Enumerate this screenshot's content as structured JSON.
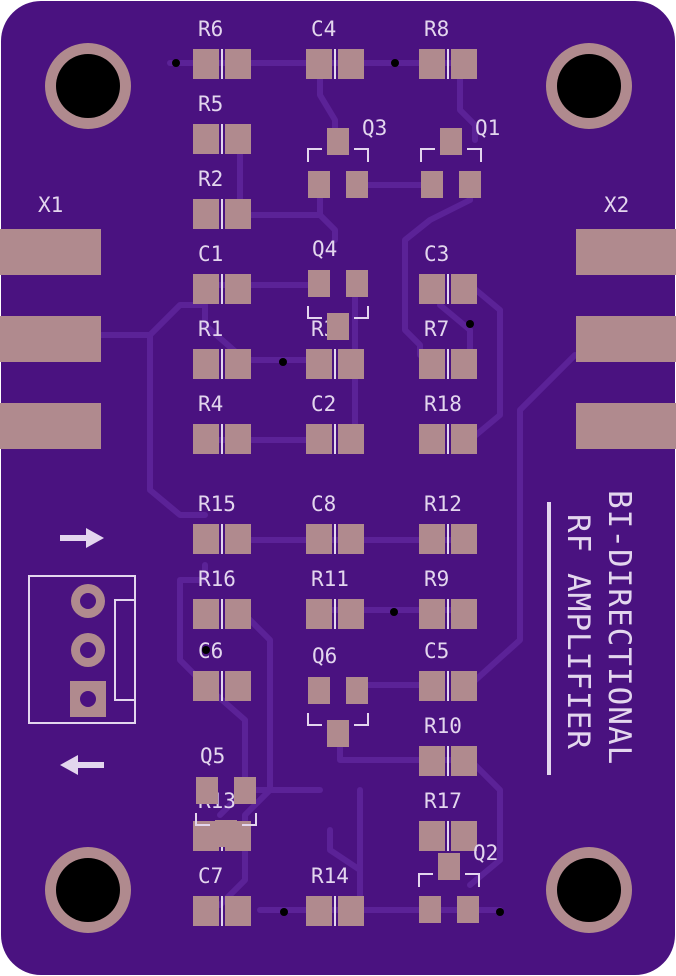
{
  "colors": {
    "board": "#4a1280",
    "trace": "#5b2297",
    "pad": "#b08a8e",
    "silk": "#e3d6ee",
    "hole": "#000000"
  },
  "connectors": {
    "left": "X1",
    "right": "X2"
  },
  "title": {
    "line1": "BI-DIRECTIONAL",
    "line2": "RF AMPLIFIER"
  },
  "components": [
    {
      "label": "R6",
      "kind": "pad2"
    },
    {
      "label": "C4",
      "kind": "pad2"
    },
    {
      "label": "R8",
      "kind": "pad2"
    },
    {
      "label": "R5",
      "kind": "pad2"
    },
    {
      "label": "R2",
      "kind": "pad2"
    },
    {
      "label": "C1",
      "kind": "pad2"
    },
    {
      "label": "C3",
      "kind": "pad2"
    },
    {
      "label": "R1",
      "kind": "pad2"
    },
    {
      "label": "R3",
      "kind": "pad2"
    },
    {
      "label": "R7",
      "kind": "pad2"
    },
    {
      "label": "R4",
      "kind": "pad2"
    },
    {
      "label": "C2",
      "kind": "pad2"
    },
    {
      "label": "R18",
      "kind": "pad2"
    },
    {
      "label": "R15",
      "kind": "pad2"
    },
    {
      "label": "C8",
      "kind": "pad2"
    },
    {
      "label": "R12",
      "kind": "pad2"
    },
    {
      "label": "R16",
      "kind": "pad2"
    },
    {
      "label": "R11",
      "kind": "pad2"
    },
    {
      "label": "R9",
      "kind": "pad2"
    },
    {
      "label": "C6",
      "kind": "pad2"
    },
    {
      "label": "C5",
      "kind": "pad2"
    },
    {
      "label": "R10",
      "kind": "pad2"
    },
    {
      "label": "R13",
      "kind": "pad2"
    },
    {
      "label": "R17",
      "kind": "pad2"
    },
    {
      "label": "C7",
      "kind": "pad2"
    },
    {
      "label": "R14",
      "kind": "pad2"
    },
    {
      "label": "Q2",
      "kind": "sot-up"
    },
    {
      "label": "Q3",
      "kind": "sot-up"
    },
    {
      "label": "Q1",
      "kind": "sot-up"
    },
    {
      "label": "Q4",
      "kind": "sot-down"
    },
    {
      "label": "Q6",
      "kind": "sot-down"
    },
    {
      "label": "Q5",
      "kind": "sot-down"
    }
  ]
}
